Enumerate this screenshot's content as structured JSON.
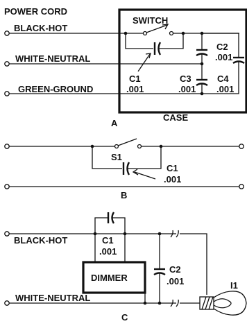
{
  "diagram_a": {
    "power_cord": "POWER CORD",
    "black_hot": "BLACK-HOT",
    "white_neutral": "WHITE-NEUTRAL",
    "green_ground": "GREEN-GROUND",
    "switch": "SWITCH",
    "c1": "C1",
    "c1_val": ".001",
    "c2": "C2",
    "c2_val": ".001",
    "c3": "C3",
    "c3_val": ".001",
    "c4": "C4",
    "c4_val": ".001",
    "case": "CASE",
    "caption": "A"
  },
  "diagram_b": {
    "s1": "S1",
    "c1": "C1",
    "c1_val": ".001",
    "caption": "B"
  },
  "diagram_c": {
    "black_hot": "BLACK-HOT",
    "white_neutral": "WHITE-NEUTRAL",
    "c1": "C1",
    "c1_val": ".001",
    "dimmer": "DIMMER",
    "c2": "C2",
    "c2_val": ".001",
    "lamp": "I1",
    "caption": "C"
  }
}
